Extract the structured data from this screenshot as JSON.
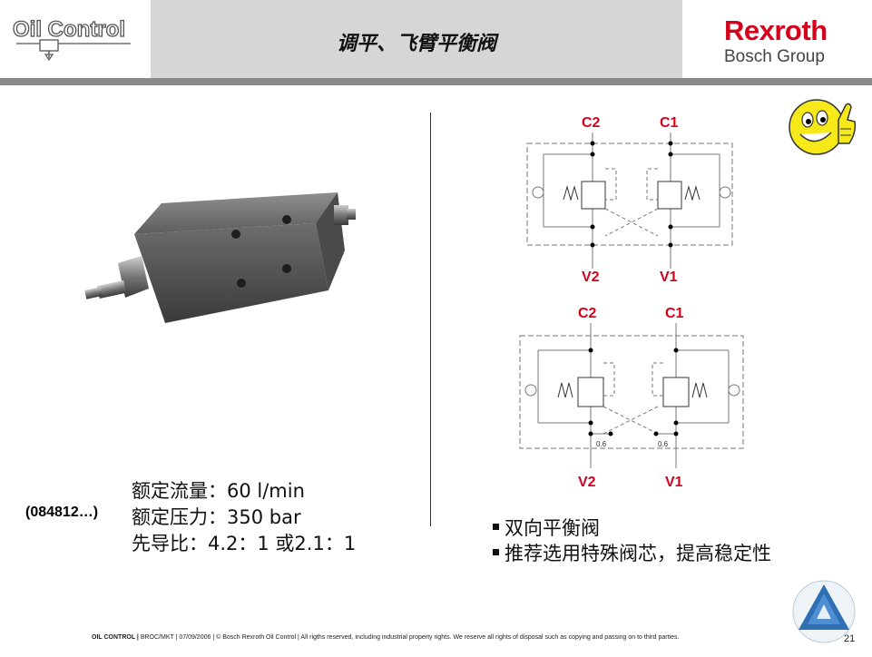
{
  "header": {
    "title": "调平、飞臂平衡阀",
    "logo_text": "Oil Control",
    "brand_name": "Rexroth",
    "brand_group": "Bosch Group"
  },
  "product": {
    "part_number": "(084812…)",
    "specs": [
      "额定流量：60 l/min",
      "额定压力：350 bar",
      "先导比：4.2：1 或2.1：1"
    ]
  },
  "schematics": {
    "top": {
      "left_top_port": "C2",
      "right_top_port": "C1",
      "left_bottom_port": "V2",
      "right_bottom_port": "V1"
    },
    "bottom": {
      "left_top_port": "C2",
      "right_top_port": "C1",
      "left_bottom_port": "V2",
      "right_bottom_port": "V1",
      "orifice_left": "0.6",
      "orifice_right": "0.6"
    }
  },
  "bullets": [
    "双向平衡阀",
    "推荐选用特殊阀芯，提高稳定性"
  ],
  "footer": {
    "company_label": "OIL CONTROL |",
    "text": " BROC/MKT | 07/09/2006 | © Bosch Rexroth Oil Control | All rigths reserved, including industrial property rights. We reserve all rights of disposal such as copying and passing on to third parties.",
    "page_number": "21"
  },
  "colors": {
    "brand_red": "#d5001c",
    "header_band": "#d6d6d6",
    "header_rule": "#8a8a8a"
  },
  "icons": [
    "oil-control-logo-icon",
    "valve-photo",
    "smiley-thumbs-up-icon",
    "triangle-badge-icon"
  ]
}
